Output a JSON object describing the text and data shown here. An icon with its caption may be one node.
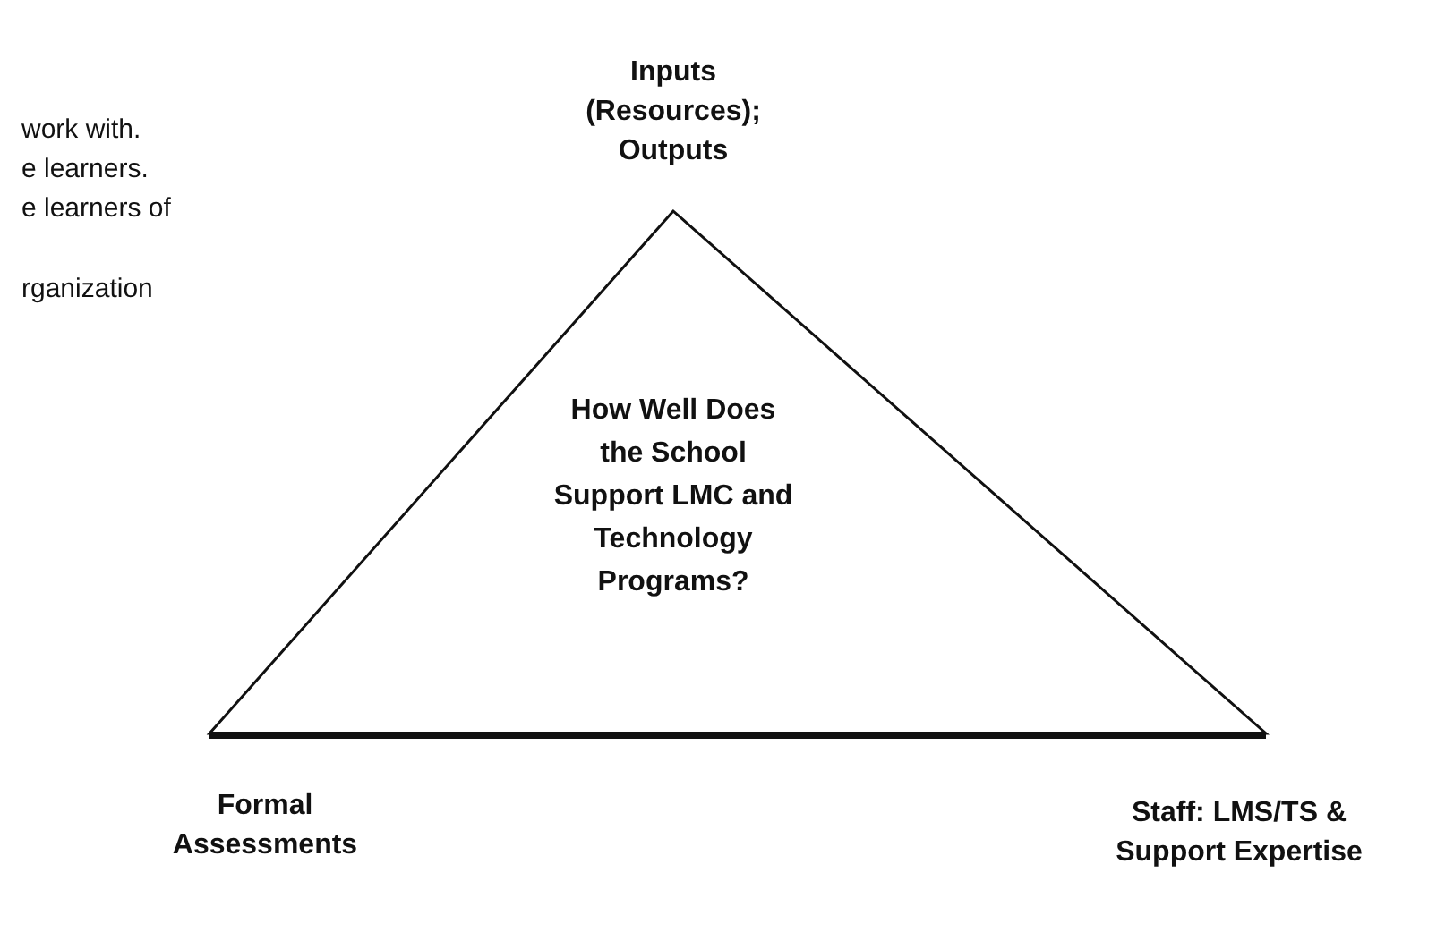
{
  "diagram": {
    "nodes": [
      {
        "text": [
          "How Well Does the School Support LMC and Technology Programs?"
        ]
      }
    ],
    "labels": [
      "work with.",
      "e learners.",
      "e learners of",
      "rganization",
      "Inputs (Resources); Outputs",
      "Formal Assessments",
      "Staff: LMS/TS & Support Expertise"
    ]
  }
}
